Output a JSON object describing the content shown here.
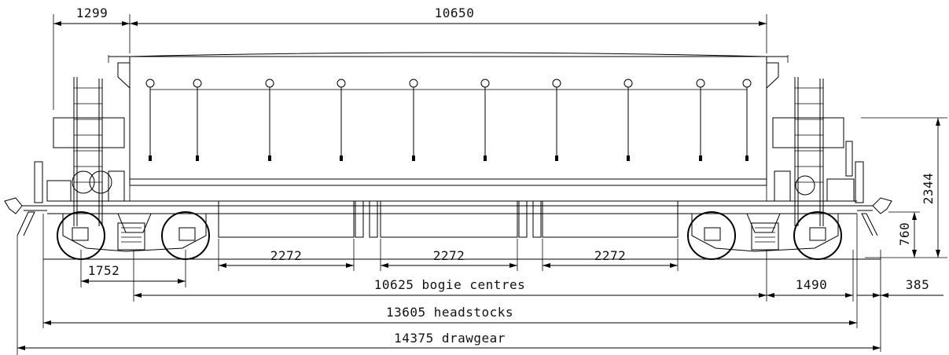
{
  "drawing": {
    "dimensions": {
      "overhang_top": "1299",
      "roof_length": "10650",
      "height_total": "2344",
      "height_coupler": "760",
      "door_spacing_1": "2272",
      "door_spacing_2": "2272",
      "door_spacing_3": "2272",
      "wheelbase": "1752",
      "bogie_centres": "10625 bogie centres",
      "end_overhang": "1490",
      "coupler_projection": "385",
      "headstocks": "13605 headstocks",
      "drawgear": "14375 drawgear"
    }
  }
}
